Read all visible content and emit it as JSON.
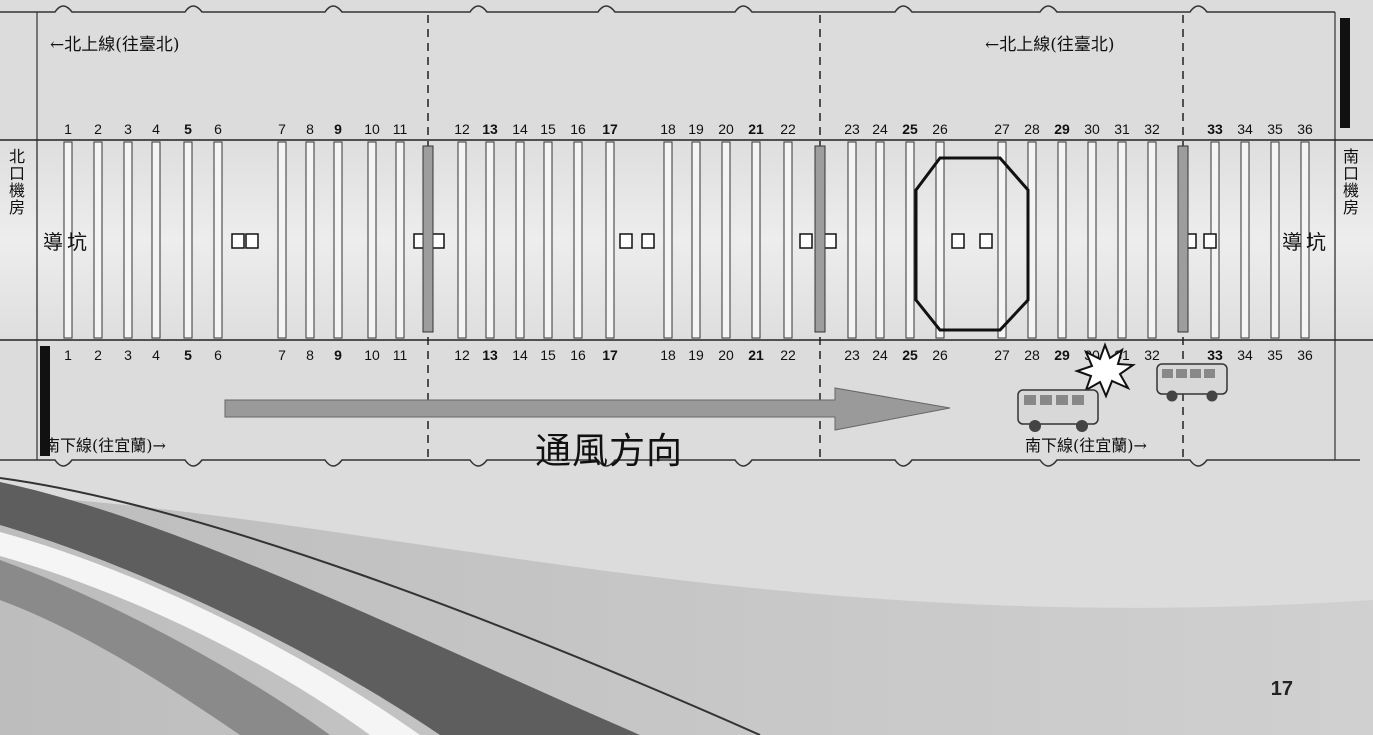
{
  "top_direction": [
    "←北上線(往臺北)",
    "←北上線(往臺北)"
  ],
  "bottom_direction": [
    "南下線(往宜蘭)→",
    "南下線(往宜蘭)→"
  ],
  "north_room": "北口機房",
  "south_room": "南口機房",
  "pilot_tunnel": "導坑",
  "ventilation_label": "通風方向",
  "page_number": "17",
  "top_numbers": [
    "1",
    "2",
    "3",
    "4",
    "5",
    "6",
    "7",
    "8",
    "9",
    "10",
    "11",
    "12",
    "13",
    "14",
    "15",
    "16",
    "17",
    "18",
    "19",
    "20",
    "21",
    "22",
    "23",
    "24",
    "25",
    "26",
    "27",
    "28",
    "29",
    "30",
    "31",
    "32",
    "33",
    "34",
    "35",
    "36"
  ],
  "bottom_numbers": [
    "1",
    "2",
    "3",
    "4",
    "5",
    "6",
    "7",
    "8",
    "9",
    "10",
    "11",
    "12",
    "13",
    "14",
    "15",
    "16",
    "17",
    "18",
    "19",
    "20",
    "21",
    "22",
    "23",
    "24",
    "25",
    "26",
    "27",
    "28",
    "29",
    "30",
    "31",
    "32",
    "33",
    "34",
    "35",
    "36"
  ],
  "bold_numbers": [
    "5",
    "9",
    "13",
    "17",
    "21",
    "25",
    "29",
    "33"
  ],
  "colors": {
    "background": "#dcdcdc",
    "band": "#e8e8e8",
    "arrow": "#9a9a9a",
    "swoosh_dark": "#5e5e5e",
    "swoosh_mid": "#8a8a8a",
    "swoosh_light": "#c2c2c2"
  }
}
